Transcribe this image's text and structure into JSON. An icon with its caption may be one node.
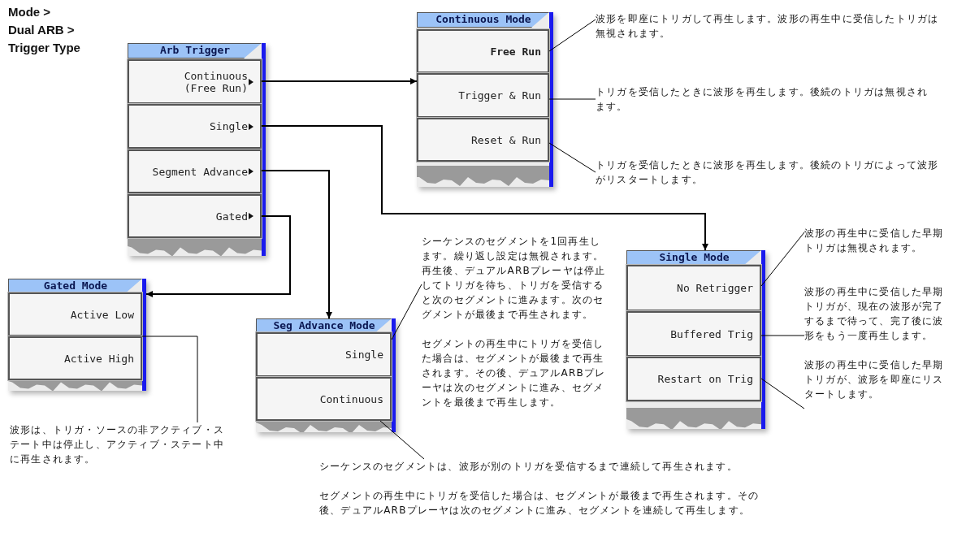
{
  "diagram": {
    "title": "Mode > Dual ARB > Trigger Type",
    "nodes": [
      {
        "text": [
          "Arb Trigger"
        ]
      },
      {
        "text": [
          "Continuous (Free Run)"
        ],
        "in": 0
      },
      {
        "text": [
          "Single"
        ],
        "in": 0
      },
      {
        "text": [
          "Segment Advance"
        ],
        "in": 0
      },
      {
        "text": [
          "Gated"
        ],
        "in": 0
      },
      {
        "text": [
          "Continuous Mode"
        ]
      },
      {
        "text": [
          "Free Run"
        ],
        "in": 5
      },
      {
        "text": [
          "Trigger & Run"
        ],
        "in": 5
      },
      {
        "text": [
          "Reset & Run"
        ],
        "in": 5
      },
      {
        "text": [
          "波形を即座にトリガして再生します。波形の再生中に受信したトリガは無視されます。"
        ]
      },
      {
        "text": [
          "トリガを受信したときに波形を再生します。後続のトリガは無視されます。"
        ]
      },
      {
        "text": [
          "トリガを受信したときに波形を再生します。後続のトリガによって波形がリスタートします。"
        ]
      },
      {
        "text": [
          "Single Mode"
        ]
      },
      {
        "text": [
          "No Retrigger"
        ],
        "in": 12
      },
      {
        "text": [
          "Buffered Trig"
        ],
        "in": 12
      },
      {
        "text": [
          "Restart on Trig"
        ],
        "in": 12
      },
      {
        "text": [
          "波形の再生中に受信した早期トリガは無視されます。"
        ]
      },
      {
        "text": [
          "波形の再生中に受信した早期トリガが、現在の波形が完了するまで待って、完了後に波形をもう一度再生します。"
        ]
      },
      {
        "text": [
          "波形の再生中に受信した早期トリガが、波形を即座にリスタートします。"
        ]
      },
      {
        "text": [
          "Gated Mode"
        ]
      },
      {
        "text": [
          "Active Low"
        ],
        "in": 19
      },
      {
        "text": [
          "Active High"
        ],
        "in": 19
      },
      {
        "text": [
          "波形は、トリガ・ソースの非アクティブ・ステート中は停止し、アクティブ・ステート中に再生されます。"
        ]
      },
      {
        "text": [
          "Seg Advance Mode"
        ]
      },
      {
        "text": [
          "Single"
        ],
        "in": 23
      },
      {
        "text": [
          "Continuous"
        ],
        "in": 23
      },
      {
        "text": [
          "シーケンスのセグメントを1回再生します。繰り返し設定は無視されます。再生後、デュアルARBプレーヤは停止してトリガを待ち、トリガを受信すると次のセグメントに進みます。次のセグメントが最後まで再生されます。",
          "セグメントの再生中にトリガを受信した場合は、セグメントが最後まで再生されます。その後、デュアルARBプレーヤは次のセグメントに進み、セグメントを最後まで再生します。"
        ]
      },
      {
        "text": [
          "シーケンスのセグメントは、波形が別のトリガを受信するまで連続して再生されます。",
          "セグメントの再生中にトリガを受信した場合は、セグメントが最後まで再生されます。その後、デュアルARBプレーヤは次のセグメントに進み、セグメントを連続して再生します。"
        ]
      }
    ],
    "edges": [
      {
        "from": 1,
        "to": 5,
        "arrow": "to"
      },
      {
        "from": 2,
        "to": 12,
        "arrow": "to"
      },
      {
        "from": 3,
        "to": 23,
        "arrow": "to"
      },
      {
        "from": 4,
        "to": 19,
        "arrow": "to"
      },
      {
        "from": 9,
        "to": 6,
        "arrow": "none"
      },
      {
        "from": 10,
        "to": 7,
        "arrow": "none"
      },
      {
        "from": 11,
        "to": 8,
        "arrow": "none"
      },
      {
        "from": 16,
        "to": 13,
        "arrow": "none"
      },
      {
        "from": 17,
        "to": 14,
        "arrow": "none"
      },
      {
        "from": 18,
        "to": 15,
        "arrow": "none"
      },
      {
        "from": 22,
        "to": 21,
        "arrow": "none"
      },
      {
        "from": 26,
        "to": 24,
        "arrow": "none"
      },
      {
        "from": 27,
        "to": 25,
        "arrow": "none"
      }
    ]
  }
}
